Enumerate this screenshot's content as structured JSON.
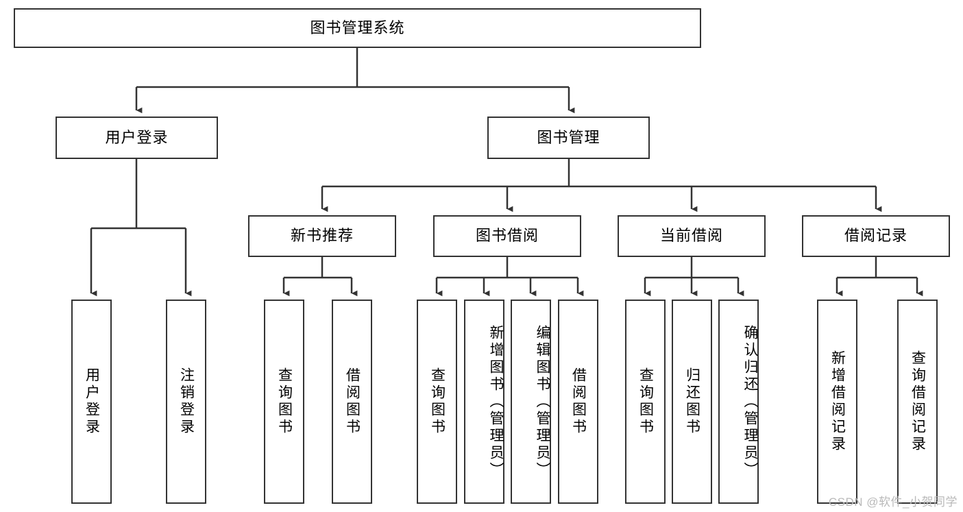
{
  "diagram": {
    "title": "图书管理系统",
    "type": "tree-hierarchy-chart",
    "root": {
      "label": "图书管理系统"
    },
    "level2": [
      {
        "label": "用户登录"
      },
      {
        "label": "图书管理"
      }
    ],
    "level3": [
      {
        "label": "新书推荐"
      },
      {
        "label": "图书借阅"
      },
      {
        "label": "当前借阅"
      },
      {
        "label": "借阅记录"
      }
    ],
    "leaves": {
      "user_login": [
        {
          "label": "用户登录"
        },
        {
          "label": "注销登录"
        }
      ],
      "new_book_recommend": [
        {
          "label": "查询图书"
        },
        {
          "label": "借阅图书"
        }
      ],
      "book_borrow": [
        {
          "label": "查询图书"
        },
        {
          "label": "新增图书（管理员）"
        },
        {
          "label": "编辑图书（管理员）"
        },
        {
          "label": "借阅图书"
        }
      ],
      "current_borrow": [
        {
          "label": "查询图书"
        },
        {
          "label": "归还图书"
        },
        {
          "label": "确认归还（管理员）"
        }
      ],
      "borrow_records": [
        {
          "label": "新增借阅记录"
        },
        {
          "label": "查询借阅记录"
        }
      ]
    }
  },
  "watermark": {
    "text": "CSDN @软件_小贺同学"
  },
  "colors": {
    "stroke": "#333333",
    "background": "#ffffff",
    "text": "#000000",
    "watermark": "#b9b9b9"
  }
}
